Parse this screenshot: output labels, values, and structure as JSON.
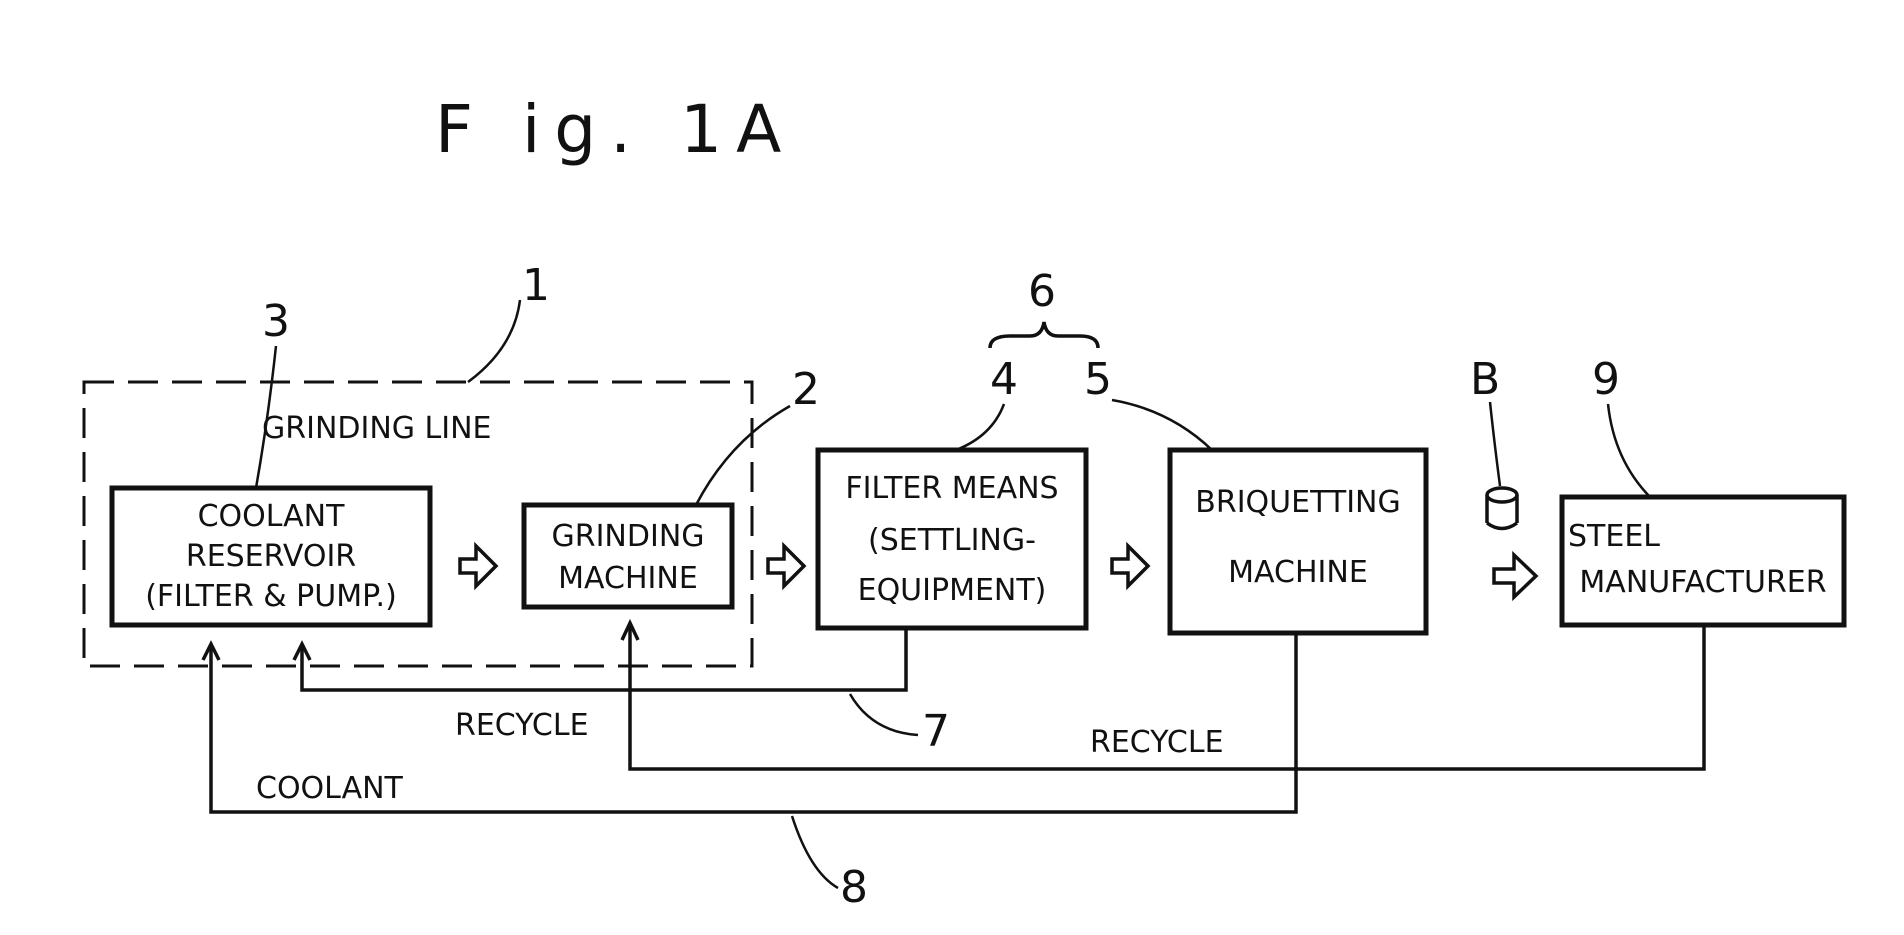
{
  "figure": {
    "title": "F ig. 1A",
    "grinding_line_label": "GRINDING  LINE",
    "boxes": {
      "coolant_reservoir": [
        "COOLANT",
        "RESERVOIR",
        "(FILTER & PUMP.)"
      ],
      "grinding_machine": [
        "GRINDING",
        "MACHINE"
      ],
      "filter_means": [
        "FILTER MEANS",
        "(SETTLING-",
        "EQUIPMENT)"
      ],
      "briquetting_machine": [
        "BRIQUETTING",
        "MACHINE"
      ],
      "steel_manufacturer": [
        "STEEL",
        "MANUFACTURER"
      ]
    },
    "flow_labels": {
      "recycle_1": "RECYCLE",
      "recycle_2": "RECYCLE",
      "coolant": "COOLANT"
    },
    "reference_numerals": {
      "grinding_line": "1",
      "grinding_machine": "2",
      "coolant_reservoir": "3",
      "filter_means": "4",
      "briquetting_machine": "5",
      "filter_briquetting_group": "6",
      "recycle_line": "7",
      "coolant_line": "8",
      "steel_manufacturer": "9",
      "briquette": "B"
    }
  }
}
